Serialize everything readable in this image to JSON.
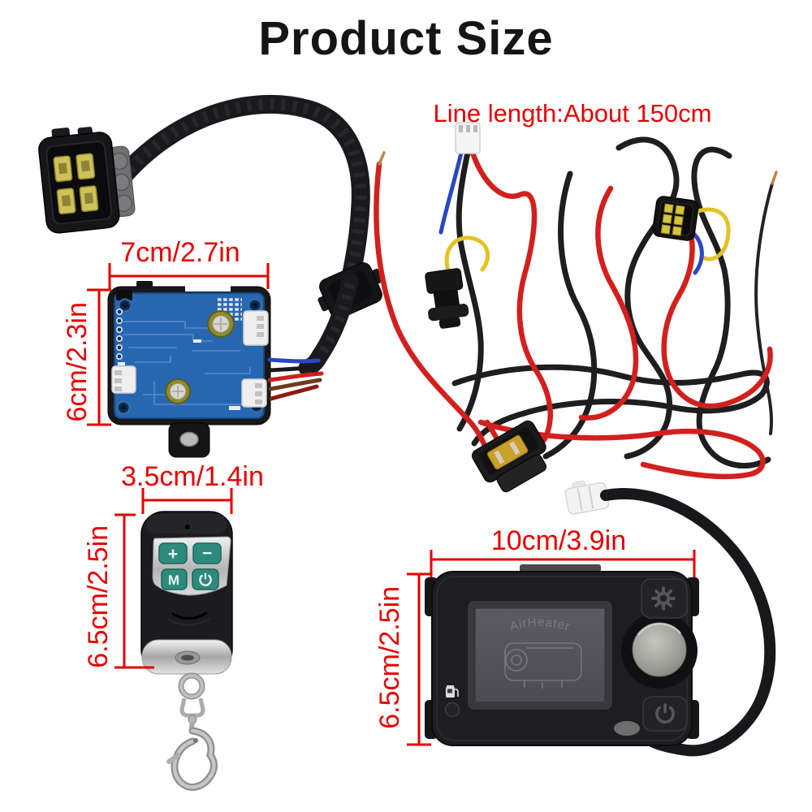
{
  "title": "Product Size",
  "annotations": {
    "line_length": "Line length:About 150cm"
  },
  "control_board": {
    "width_label": "7cm/2.7in",
    "height_label": "6cm/2.3in"
  },
  "remote": {
    "width_label": "3.5cm/1.4in",
    "height_label": "6.5cm/2.5in",
    "buttons": {
      "plus": "+",
      "minus": "−",
      "mode": "M"
    },
    "power_icon": "power-icon"
  },
  "monitor": {
    "width_label": "10cm/3.9in",
    "height_label": "6.5cm/2.5in",
    "screen_brand": "AirHeater",
    "gear_icon": "gear-icon",
    "power_icon": "power-icon",
    "fuel_icon": "fuel-pump-icon"
  },
  "colors": {
    "dimension_red": "#e60000",
    "title_black": "#151515",
    "pcb_blue": "#2767b2",
    "button_teal": "#2c8b7d"
  }
}
